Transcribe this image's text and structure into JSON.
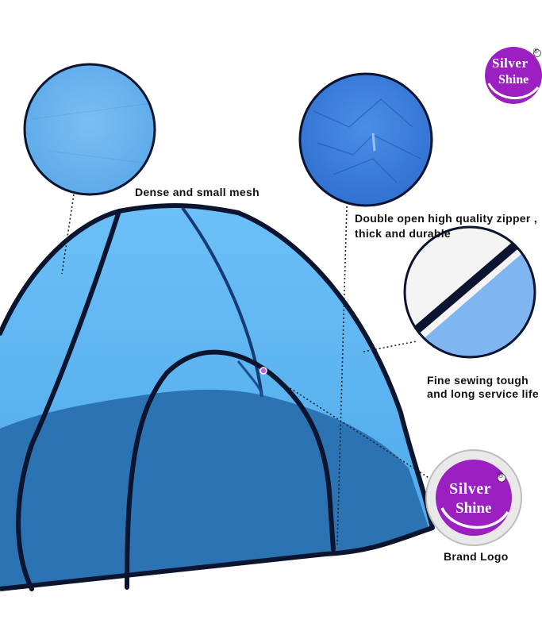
{
  "brand": {
    "line1": "Silver",
    "line2": "Shine",
    "registered": "®"
  },
  "callouts": {
    "mesh": "Dense and small mesh",
    "zipper_line1": "Double open high quality zipper ,",
    "zipper_line2": "thick and durable",
    "sewing_line1": "Fine sewing tough",
    "sewing_line2": "and long service life",
    "logo": "Brand Logo"
  },
  "colors": {
    "tent_light": "#5db4f2",
    "tent_dark": "#2a6fae",
    "frame": "#0b1530",
    "logo_purple": "#9b1fc1"
  }
}
